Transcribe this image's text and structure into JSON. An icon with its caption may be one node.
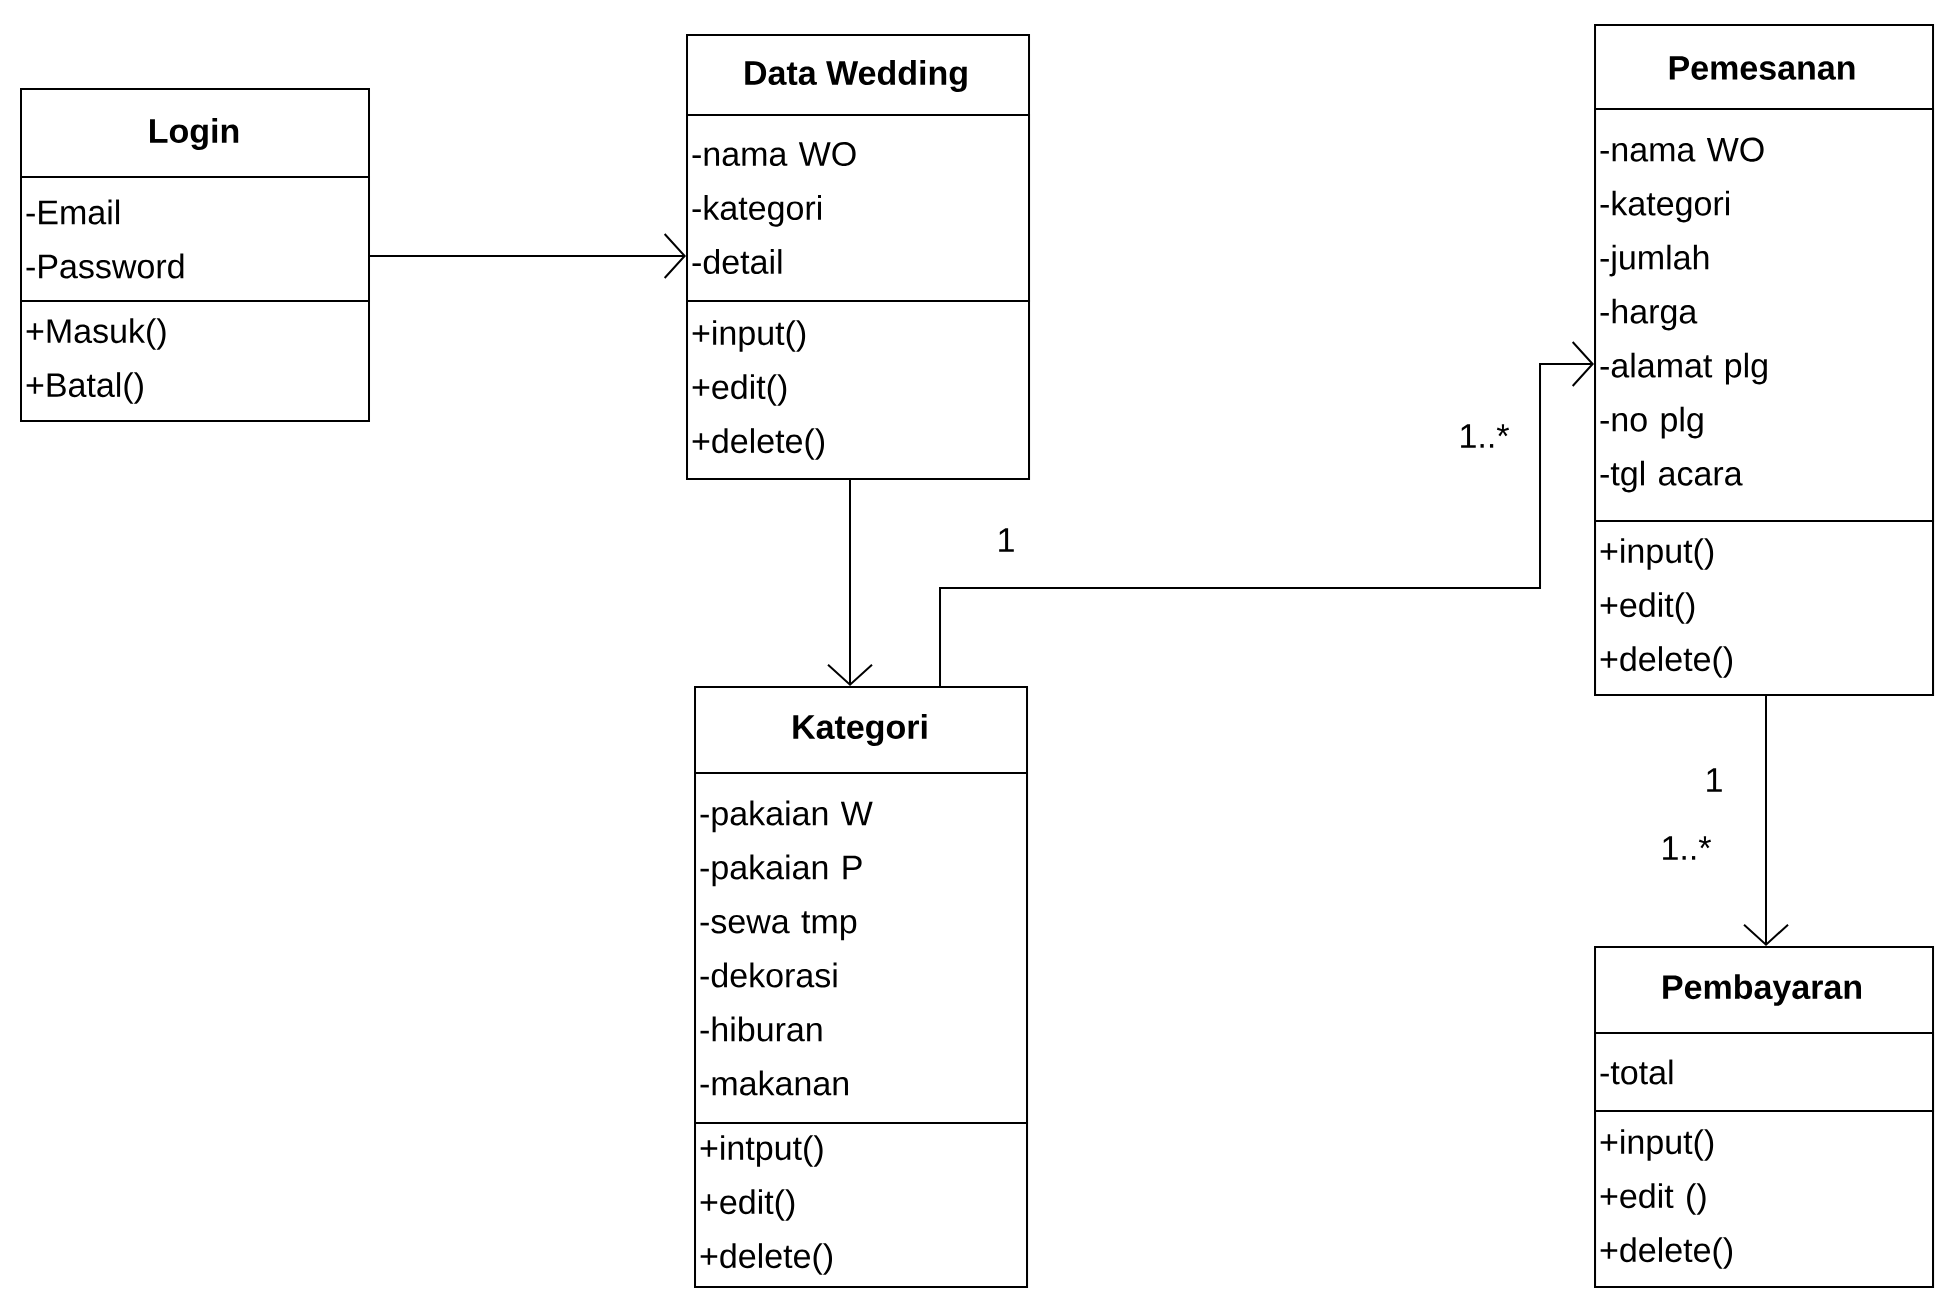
{
  "diagram": {
    "nodes": [
      {
        "text": [
          "Login"
        ]
      },
      {
        "text": [
          "-Email",
          "-Password"
        ],
        "in": 0
      },
      {
        "text": [
          "+Masuk()",
          "+Batal()"
        ],
        "in": 0
      },
      {
        "text": [
          "Data Wedding"
        ]
      },
      {
        "text": [
          "-nama WO",
          "-kategori",
          "-detail"
        ],
        "in": 3
      },
      {
        "text": [
          "+input()",
          "+edit()",
          "+delete()"
        ],
        "in": 3
      },
      {
        "text": [
          "Pemesanan"
        ]
      },
      {
        "text": [
          "-nama WO",
          "-kategori",
          "-jumlah",
          "-harga",
          "-alamat plg",
          "-no plg",
          "-tgl acara"
        ],
        "in": 6
      },
      {
        "text": [
          "+input()",
          "+edit()",
          "+delete()"
        ],
        "in": 6
      },
      {
        "text": [
          "Kategori"
        ]
      },
      {
        "text": [
          "-pakaian W",
          "-pakaian P",
          "-sewa tmp",
          "-dekorasi",
          "-hiburan",
          "-makanan"
        ],
        "in": 9
      },
      {
        "text": [
          "+intput()",
          "+edit()",
          "+delete()"
        ],
        "in": 9
      },
      {
        "text": [
          "Pembayaran"
        ]
      },
      {
        "text": [
          "-total"
        ],
        "in": 12
      },
      {
        "text": [
          "+input()",
          "+edit ()",
          "+delete()"
        ],
        "in": 12
      }
    ],
    "edges": [
      {
        "from": 0,
        "to": 3,
        "arrow": "to"
      },
      {
        "from": 3,
        "to": 9,
        "arrow": "to"
      },
      {
        "from": 9,
        "to": 6,
        "arrow": "to"
      },
      {
        "from": 6,
        "to": 12,
        "arrow": "to"
      }
    ],
    "labels": [
      "1",
      "1..*",
      "1",
      "1..*"
    ]
  }
}
